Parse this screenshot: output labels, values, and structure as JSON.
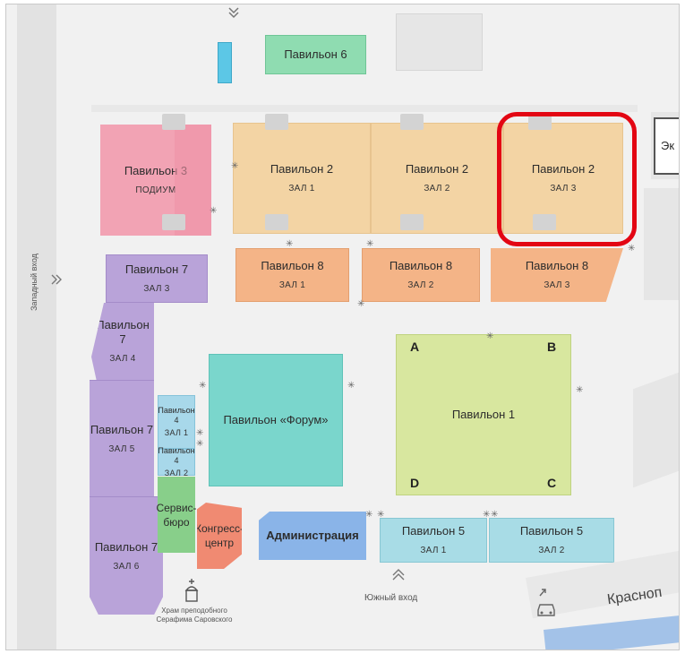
{
  "colors": {
    "pav2": "#f3d4a4",
    "pav3": "#f2a3b4",
    "pav6": "#8fdcb1",
    "pav7": "#b9a3d9",
    "pav8": "#f4b487",
    "forum": "#7ad6cc",
    "pav1": "#d8e79f",
    "pav4": "#a8d8ea",
    "pav5": "#a8dce6",
    "service": "#88cf8a",
    "congress": "#f08a72",
    "admin": "#8ab4e8",
    "highlight": "#e30613",
    "water": "#a3c2e8"
  },
  "pavilions": {
    "pav6": {
      "name": "Павильон 6"
    },
    "pav3": {
      "name": "Павильон 3",
      "hall": "ПОДИУМ"
    },
    "pav2_1": {
      "name": "Павильон 2",
      "hall": "ЗАЛ 1"
    },
    "pav2_2": {
      "name": "Павильон 2",
      "hall": "ЗАЛ 2"
    },
    "pav2_3": {
      "name": "Павильон 2",
      "hall": "ЗАЛ 3"
    },
    "pav8_1": {
      "name": "Павильон 8",
      "hall": "ЗАЛ 1"
    },
    "pav8_2": {
      "name": "Павильон 8",
      "hall": "ЗАЛ 2"
    },
    "pav8_3": {
      "name": "Павильон 8",
      "hall": "ЗАЛ 3"
    },
    "pav7_3": {
      "name": "Павильон 7",
      "hall": "ЗАЛ 3"
    },
    "pav7_4": {
      "name": "Павильон 7",
      "hall": "ЗАЛ 4"
    },
    "pav7_5": {
      "name": "Павильон 7",
      "hall": "ЗАЛ 5"
    },
    "pav7_6": {
      "name": "Павильон 7",
      "hall": "ЗАЛ 6"
    },
    "pav4_1": {
      "name": "Павильон 4",
      "hall": "ЗАЛ 1"
    },
    "pav4_2": {
      "name": "Павильон 4",
      "hall": "ЗАЛ 2"
    },
    "forum": {
      "name": "Павильон «Форум»"
    },
    "pav1": {
      "name": "Павильон 1",
      "corners": [
        "A",
        "B",
        "C",
        "D"
      ]
    },
    "service": {
      "name": "Сервис-\nбюро"
    },
    "congress": {
      "name": "Конгресс-\nцентр"
    },
    "admin": {
      "name": "Администрация"
    },
    "pav5_1": {
      "name": "Павильон 5",
      "hall": "ЗАЛ 1"
    },
    "pav5_2": {
      "name": "Павильон 5",
      "hall": "ЗАЛ 2"
    },
    "expo_partial": {
      "name": "Эк"
    }
  },
  "labels": {
    "west_entrance": "Западный вход",
    "south_entrance": "Южный вход",
    "church": "Храм преподобного\nСерафима Саровского",
    "street": "Красноп"
  },
  "icons": [
    "entrance-arrow-icon",
    "church-icon",
    "car-icon",
    "chevron-down-icon"
  ]
}
